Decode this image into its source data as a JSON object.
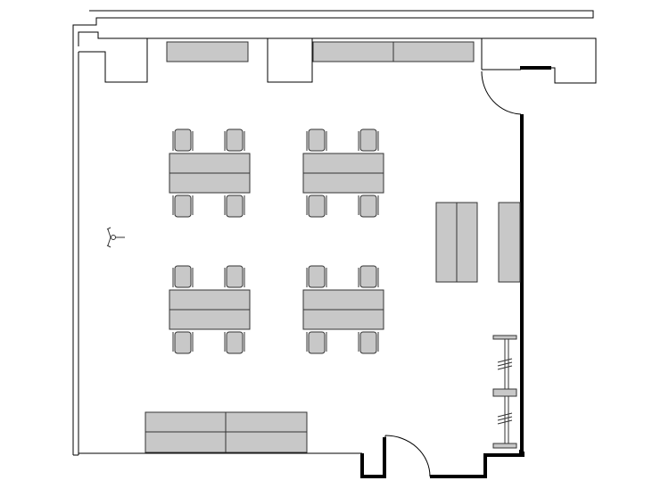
{
  "diagram": {
    "kind": "floor-plan",
    "colors": {
      "furniture_fill": "#c8c8c8",
      "line": "#000000",
      "background": "#ffffff"
    },
    "rooms": [
      {
        "id": "classroom",
        "tables": 4,
        "chairs_per_table": 4,
        "sofas": 3,
        "counters": 2,
        "doors": 2
      }
    ],
    "icons": [
      "ceiling-fan-icon"
    ]
  }
}
